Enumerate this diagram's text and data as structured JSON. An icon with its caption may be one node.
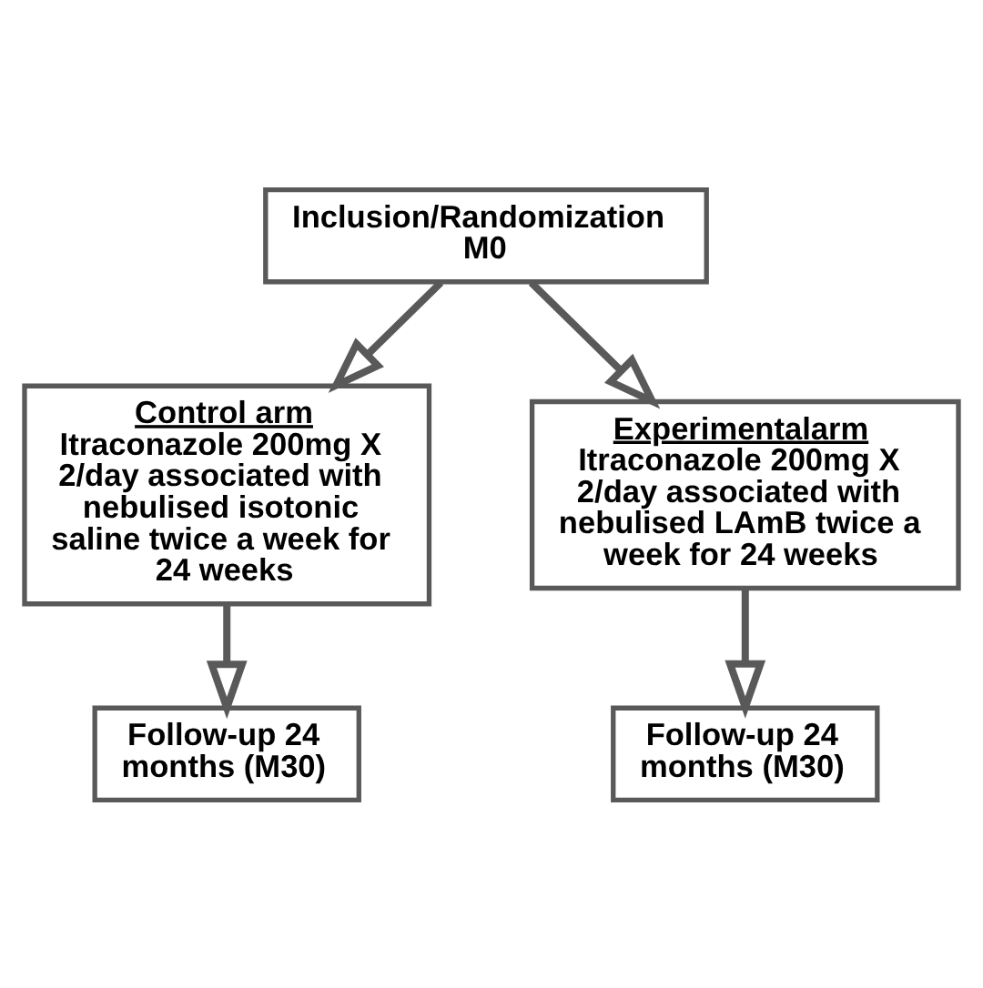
{
  "diagram": {
    "nodes": [
      {
        "text": [
          "Inclusion/Randomization M0"
        ]
      },
      {
        "text": [
          "Control arm",
          "Itraconazole 200mg X 2/day associated with nebulised isotonic saline twice a week for 24 weeks"
        ]
      },
      {
        "text": [
          "Experimentalarm",
          "Itraconazole 200mg X 2/day associated with nebulised LAmB twice a week for 24 weeks"
        ]
      },
      {
        "text": [
          "Follow-up 24 months (M30)"
        ]
      },
      {
        "text": [
          "Follow-up 24 months (M30)"
        ]
      }
    ],
    "edges": [
      {
        "from": 0,
        "to": 1,
        "arrow": "to"
      },
      {
        "from": 0,
        "to": 2,
        "arrow": "to"
      },
      {
        "from": 1,
        "to": 3,
        "arrow": "to"
      },
      {
        "from": 2,
        "to": 4,
        "arrow": "to"
      }
    ]
  }
}
